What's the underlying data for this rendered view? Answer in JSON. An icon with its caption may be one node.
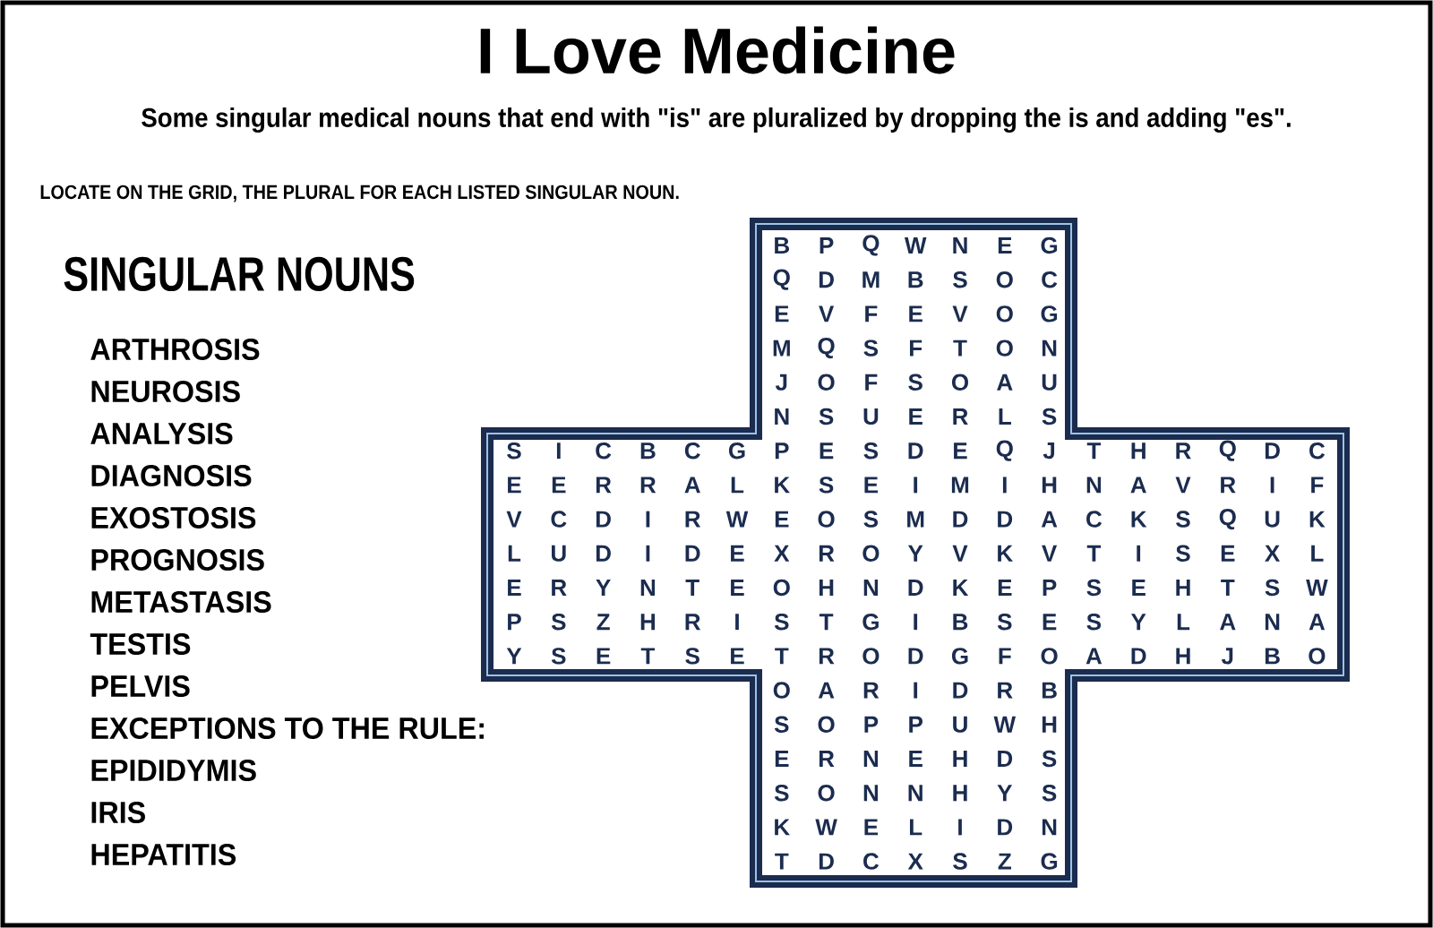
{
  "diagram": {
    "title": "I Love Medicine",
    "labels": [
      "Some singular medical nouns that end with \"is\" are pluralized by dropping the is and adding \"es\".",
      "LOCATE ON THE GRID, THE PLURAL FOR EACH LISTED SINGULAR NOUN.",
      "SINGULAR NOUNS",
      "ARTHROSIS",
      "NEUROSIS",
      "ANALYSIS",
      "DIAGNOSIS",
      "EXOSTOSIS",
      "PROGNOSIS",
      "METASTASIS",
      "TESTIS",
      "PELVIS",
      "EXCEPTIONS TO THE RULE:",
      "EPIDIDYMIS",
      "IRIS",
      "HEPATITIS",
      "B",
      "P",
      "Q",
      "W",
      "N",
      "E",
      "G",
      "Q",
      "D",
      "M",
      "B",
      "S",
      "O",
      "C",
      "E",
      "V",
      "F",
      "E",
      "V",
      "O",
      "G",
      "M",
      "Q",
      "S",
      "F",
      "T",
      "O",
      "N",
      "J",
      "O",
      "F",
      "S",
      "O",
      "A",
      "U",
      "N",
      "S",
      "U",
      "E",
      "R",
      "L",
      "S",
      "S",
      "I",
      "C",
      "B",
      "C",
      "G",
      "P",
      "E",
      "S",
      "D",
      "E",
      "Q",
      "J",
      "T",
      "H",
      "R",
      "Q",
      "D",
      "C",
      "E",
      "E",
      "R",
      "R",
      "A",
      "L",
      "K",
      "S",
      "E",
      "I",
      "M",
      "I",
      "H",
      "N",
      "A",
      "V",
      "R",
      "I",
      "F",
      "V",
      "C",
      "D",
      "I",
      "R",
      "W",
      "E",
      "O",
      "S",
      "M",
      "D",
      "D",
      "A",
      "C",
      "K",
      "S",
      "Q",
      "U",
      "K",
      "L",
      "U",
      "D",
      "I",
      "D",
      "E",
      "X",
      "R",
      "O",
      "Y",
      "V",
      "K",
      "V",
      "T",
      "I",
      "S",
      "E",
      "X",
      "L",
      "E",
      "R",
      "Y",
      "N",
      "T",
      "E",
      "O",
      "H",
      "N",
      "D",
      "K",
      "E",
      "P",
      "S",
      "E",
      "H",
      "T",
      "S",
      "W",
      "P",
      "S",
      "Z",
      "H",
      "R",
      "I",
      "S",
      "T",
      "G",
      "I",
      "B",
      "S",
      "E",
      "S",
      "Y",
      "L",
      "A",
      "N",
      "A",
      "Y",
      "S",
      "E",
      "T",
      "S",
      "E",
      "T",
      "R",
      "O",
      "D",
      "G",
      "F",
      "O",
      "A",
      "D",
      "H",
      "J",
      "B",
      "O",
      "O",
      "A",
      "R",
      "I",
      "D",
      "R",
      "B",
      "S",
      "O",
      "P",
      "P",
      "U",
      "W",
      "H",
      "E",
      "R",
      "N",
      "E",
      "H",
      "D",
      "S",
      "S",
      "O",
      "N",
      "N",
      "H",
      "Y",
      "S",
      "K",
      "W",
      "E",
      "L",
      "I",
      "D",
      "N",
      "T",
      "D",
      "C",
      "X",
      "S",
      "Z",
      "G"
    ]
  }
}
